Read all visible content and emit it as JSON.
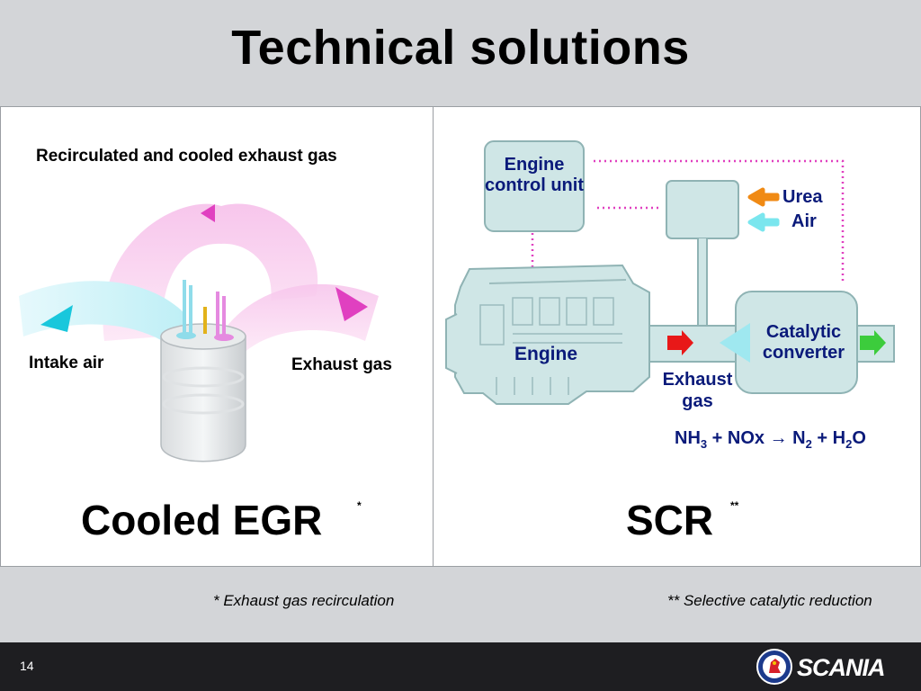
{
  "slide": {
    "title": "Technical solutions",
    "page_number": "14"
  },
  "egr": {
    "caption": "Recirculated and cooled exhaust gas",
    "intake_label": "Intake air",
    "exhaust_label": "Exhaust gas",
    "heading": "Cooled EGR",
    "marker": "*",
    "footnote": "* Exhaust gas recirculation"
  },
  "scr": {
    "ecu_label": "Engine control unit",
    "urea_label": "Urea",
    "air_label": "Air",
    "engine_label": "Engine",
    "catalyst_label": "Catalytic converter",
    "exhaust_label": "Exhaust gas",
    "formula": {
      "p1": "NH",
      "s1": "3",
      "p2": " + NOx → N",
      "s2": "2",
      "p3": " + H",
      "s3": "2",
      "p4": "O"
    },
    "heading": "SCR",
    "marker": "**",
    "footnote": "** Selective catalytic reduction"
  },
  "brand": {
    "name": "SCANIA"
  },
  "colors": {
    "background": "#d3d5d8",
    "panel": "#ffffff",
    "component_fill": "#cfe6e6",
    "component_stroke": "#8fb3b4",
    "label_blue": "#0a1a7a",
    "signal_pink": "#e040c0",
    "urea_orange": "#f08a14",
    "air_cyan": "#7ae6ee",
    "exhaust_red": "#e81818",
    "clean_green": "#3ccc3c",
    "footer_bar": "#1e1e21"
  }
}
